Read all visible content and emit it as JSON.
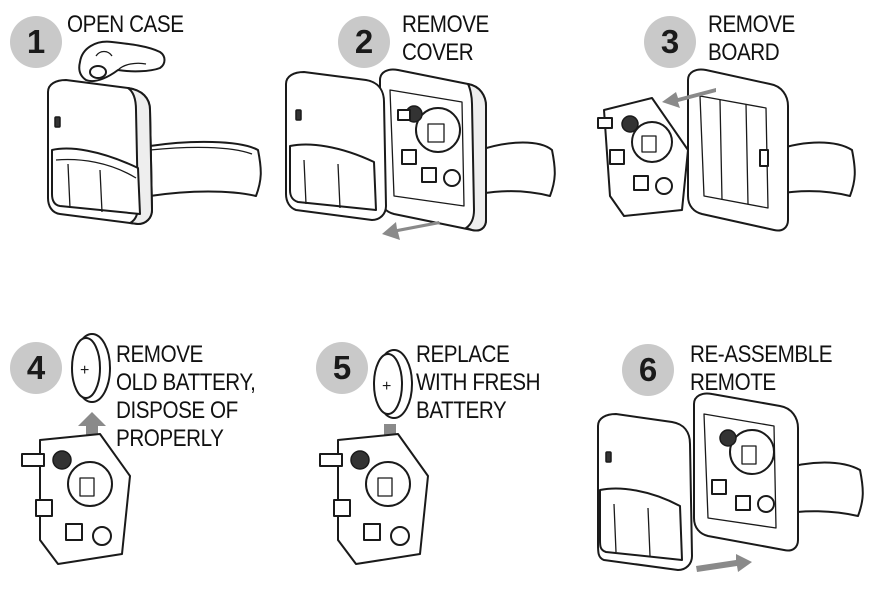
{
  "steps": [
    {
      "number": "1",
      "lines": [
        "OPEN CASE"
      ]
    },
    {
      "number": "2",
      "lines": [
        "REMOVE",
        "COVER"
      ]
    },
    {
      "number": "3",
      "lines": [
        "REMOVE",
        "BOARD"
      ]
    },
    {
      "number": "4",
      "lines": [
        "REMOVE",
        "OLD BATTERY,",
        "DISPOSE OF",
        "PROPERLY"
      ]
    },
    {
      "number": "5",
      "lines": [
        "REPLACE",
        "WITH FRESH",
        "BATTERY"
      ]
    },
    {
      "number": "6",
      "lines": [
        "RE-ASSEMBLE",
        "REMOTE"
      ]
    }
  ],
  "battery": {
    "symbol": "+"
  },
  "colors": {
    "badge": "#c9c9c9",
    "arrow": "#8a8a8a",
    "ink": "#1a1a1a"
  }
}
